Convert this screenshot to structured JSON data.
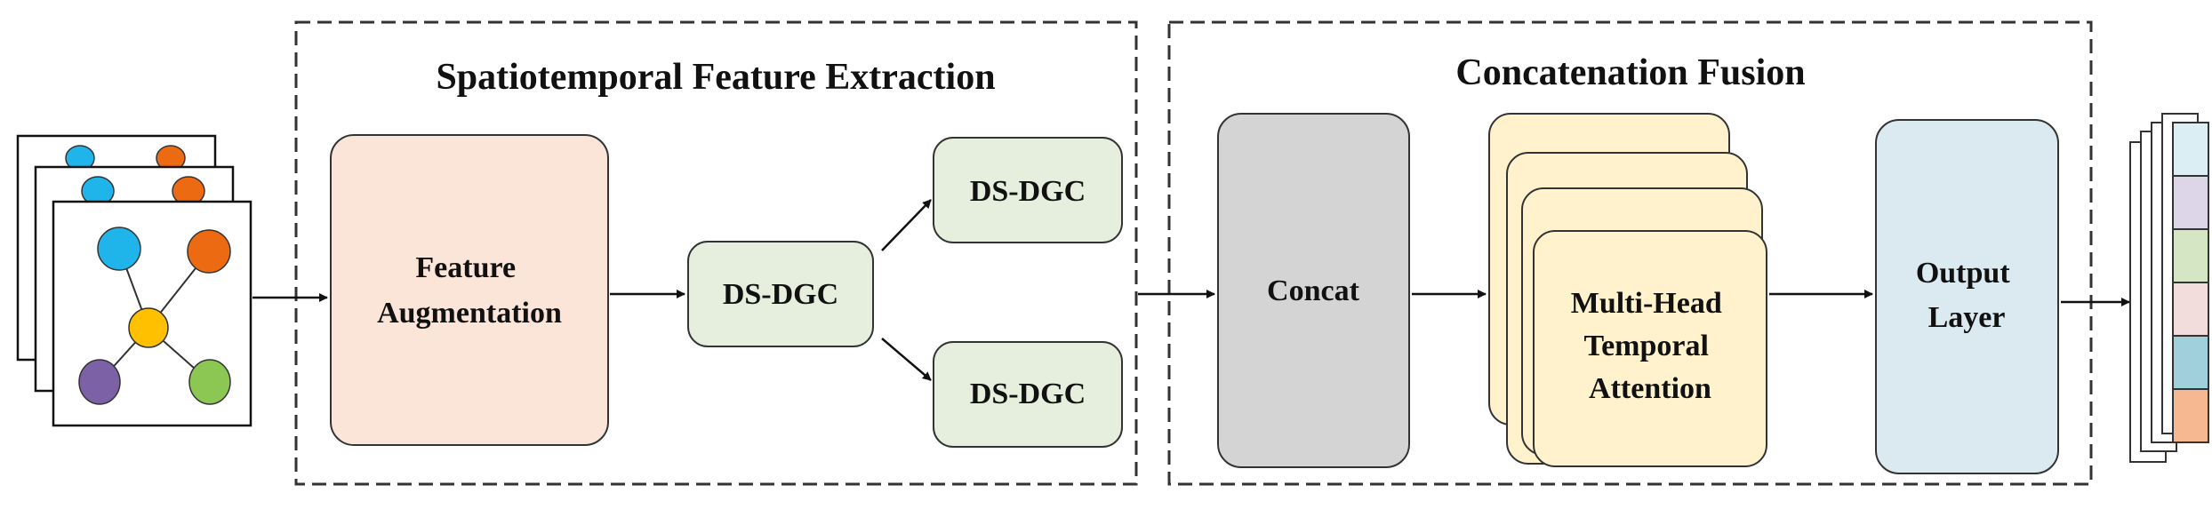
{
  "sections": {
    "extraction": {
      "title": "Spatiotemporal Feature Extraction"
    },
    "fusion": {
      "title": "Concatenation Fusion"
    }
  },
  "blocks": {
    "feature_augmentation": [
      "Feature",
      "Augmentation"
    ],
    "dsdgc_center": "DS-DGC",
    "dsdgc_top": "DS-DGC",
    "dsdgc_bottom": "DS-DGC",
    "concat": "Concat",
    "attention": [
      "Multi-Head",
      "Temporal",
      "Attention"
    ],
    "output": [
      "Output",
      "Layer"
    ]
  },
  "colors": {
    "feature_augmentation": "#fbe4d8",
    "dsdgc": "#e6eedd",
    "concat": "#d4d4d4",
    "attention": "#fff2cd",
    "output": "#dbe9f1",
    "node_blue": "#1fb4ea",
    "node_orange": "#ec6b12",
    "node_yellow": "#ffc000",
    "node_purple": "#7d61a6",
    "node_green": "#8cc753",
    "output_strips": [
      "#daeef4",
      "#dcd6e8",
      "#d5e6c5",
      "#f3dcdc",
      "#9fd0dc",
      "#f5b890"
    ]
  }
}
